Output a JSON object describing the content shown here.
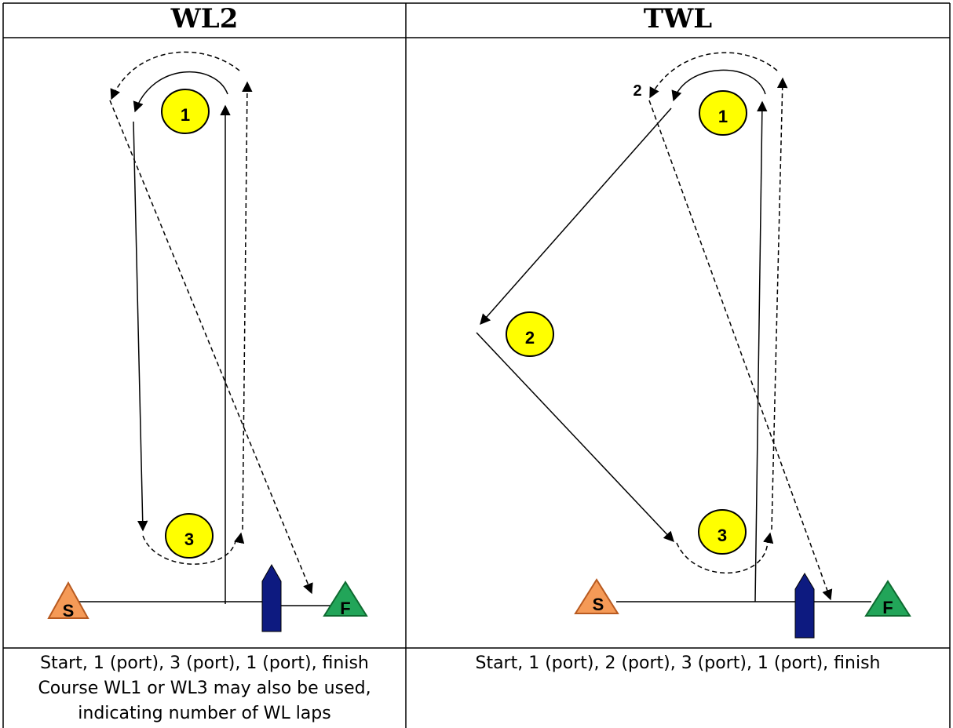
{
  "columns": [
    {
      "heading": "WL2",
      "caption_lines": [
        "Start, 1 (port), 3 (port), 1 (port), finish",
        "Course WL1 or WL3 may also be used,",
        "indicating number of WL laps"
      ],
      "marks": [
        "1",
        "3"
      ],
      "start_label": "S",
      "finish_label": "F"
    },
    {
      "heading": "TWL",
      "caption_lines": [
        "Start, 1 (port), 2 (port), 3 (port), 1 (port), finish"
      ],
      "marks": [
        "1",
        "2",
        "3"
      ],
      "start_label": "S",
      "finish_label": "F",
      "leg_label": "2"
    }
  ],
  "colors": {
    "mark_fill": "#ffff00",
    "start_fill": "#f59a57",
    "finish_fill": "#22a559",
    "committee_boat": "#0d1a80"
  }
}
